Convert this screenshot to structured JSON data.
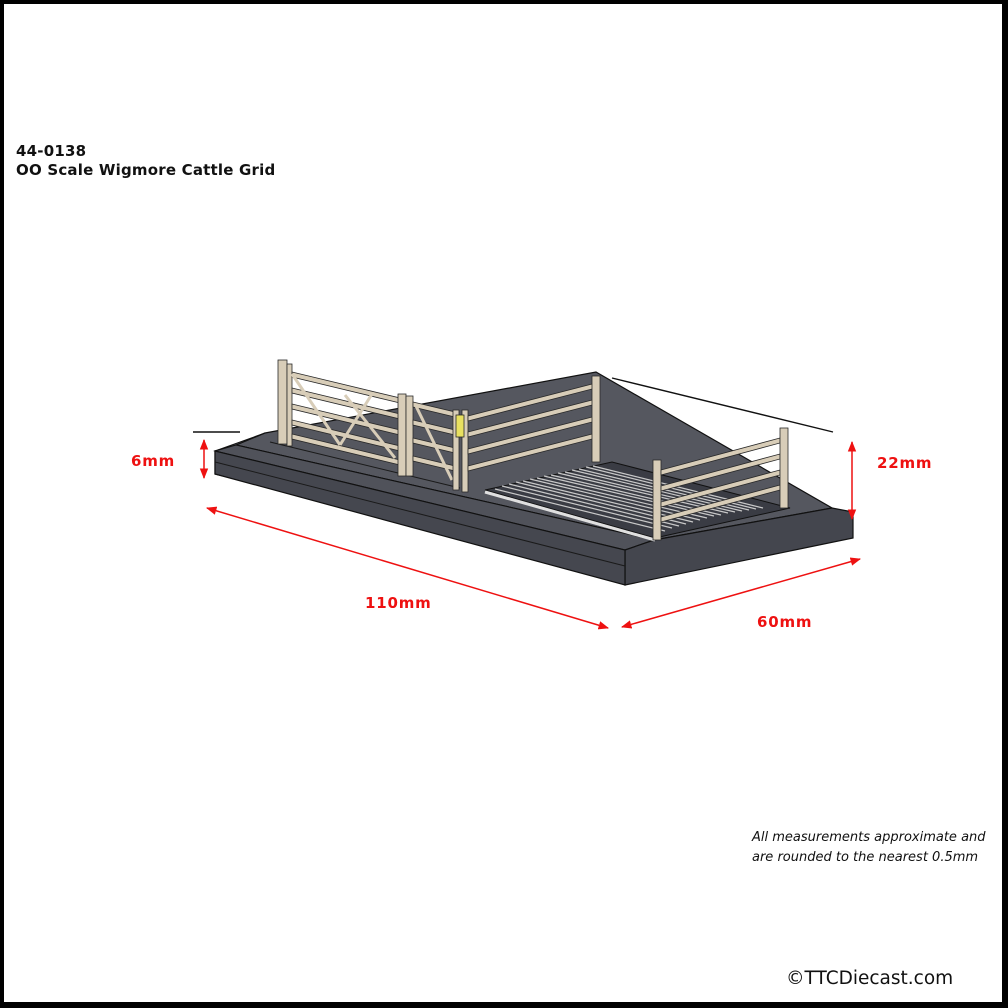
{
  "header": {
    "product_code": "44-0138",
    "product_title": "OO Scale Wigmore Cattle Grid"
  },
  "dimensions": {
    "base_height": "6mm",
    "total_height": "22mm",
    "length": "110mm",
    "width": "60mm"
  },
  "footer": {
    "note_line1": "All measurements approximate and",
    "note_line2": "are rounded to the nearest 0.5mm",
    "copyright": "©TTCDiecast.com"
  },
  "colors": {
    "dimension_red": "#ee1111",
    "base_gray": "#4a4c55",
    "fence_beige": "#d8cdb8",
    "latch_yellow": "#e8e060",
    "border": "#000000"
  }
}
